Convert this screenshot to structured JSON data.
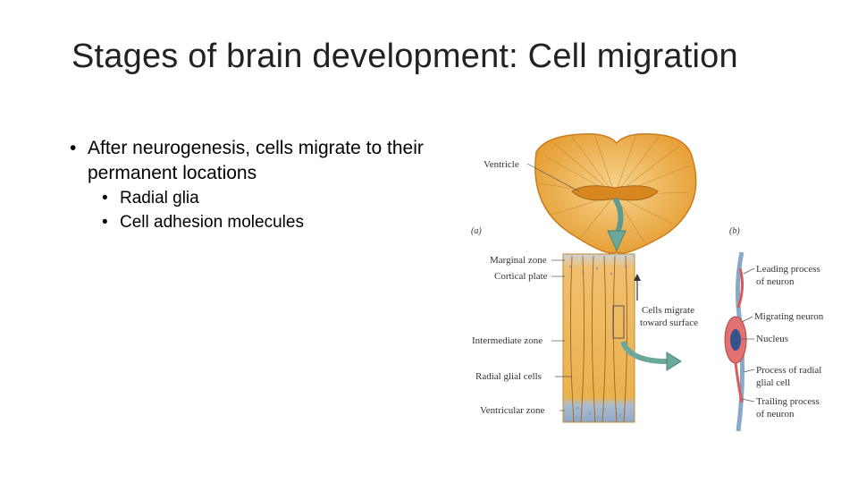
{
  "slide": {
    "title": "Stages of brain development: Cell migration",
    "bullet_main": "After neurogenesis, cells migrate to their permanent locations",
    "sub_bullets": [
      "Radial glia",
      "Cell adhesion molecules"
    ]
  },
  "figure": {
    "panel_a": "(a)",
    "panel_b": "(b)",
    "labels_left": {
      "ventricle": "Ventricle",
      "marginal_zone": "Marginal zone",
      "cortical_plate": "Cortical plate",
      "intermediate_zone": "Intermediate zone",
      "radial_glial_cells": "Radial glial cells",
      "ventricular_zone": "Ventricular zone"
    },
    "migrate_text": [
      "Cells migrate",
      "toward surface"
    ],
    "labels_right": {
      "leading_process": [
        "Leading process",
        "of neuron"
      ],
      "migrating_neuron": "Migrating neuron",
      "nucleus": "Nucleus",
      "process_radial_glial": [
        "Process of radial",
        "glial cell"
      ],
      "trailing_process": [
        "Trailing process",
        "of neuron"
      ]
    },
    "colors": {
      "tissue_orange": "#e8a53a",
      "tissue_light": "#f3c778",
      "ventricular_blue": "#9fb6cf",
      "arrow_teal": "#6ba79a",
      "neuron_red": "#d95a5a",
      "glia_blue": "#8aa9c9"
    }
  }
}
